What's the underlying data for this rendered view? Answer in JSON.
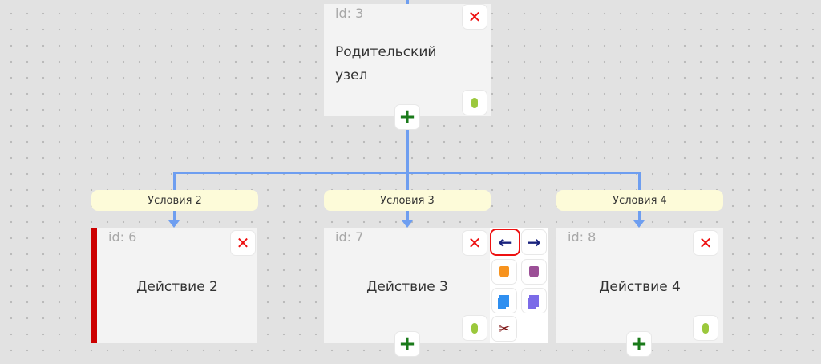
{
  "nodes": [
    {
      "id_label": "id: 3",
      "title": "Родительский узел"
    },
    {
      "id_label": "id: 6",
      "title": "Действие 2"
    },
    {
      "id_label": "id: 7",
      "title": "Действие 3"
    },
    {
      "id_label": "id: 8",
      "title": "Действие 4"
    }
  ],
  "conditions": [
    "Условия 2",
    "Условия 3",
    "Условия 4"
  ],
  "icons": {
    "delete": "✕",
    "add": "+",
    "mic": "microphone-icon",
    "left": "←",
    "right": "→",
    "cut": "✂"
  },
  "colors": {
    "connector": "#6e9ef0",
    "condition_bg": "#fdfbd9",
    "error_border": "#cc0000",
    "selected_outline": "#ee1111"
  }
}
